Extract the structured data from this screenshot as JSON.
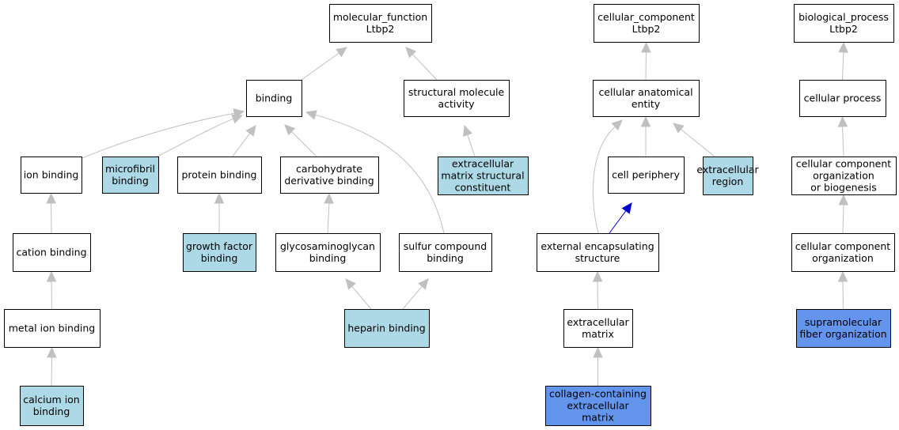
{
  "colors": {
    "default_fill": "#ffffff",
    "annotated_fill": "#add8e6",
    "highlight_fill": "#6495ed",
    "edge_gray": "#c0c0c0",
    "edge_blue": "#0000cd"
  },
  "nodes": [
    {
      "id": "molecular_function",
      "lines": [
        "molecular_function",
        "Ltbp2"
      ],
      "style": "default"
    },
    {
      "id": "binding",
      "lines": [
        "binding"
      ],
      "style": "default"
    },
    {
      "id": "structural_molecule_activity",
      "lines": [
        "structural molecule",
        "activity"
      ],
      "style": "default"
    },
    {
      "id": "ion_binding",
      "lines": [
        "ion binding"
      ],
      "style": "default"
    },
    {
      "id": "microfibril_binding",
      "lines": [
        "microfibril",
        "binding"
      ],
      "style": "annotated"
    },
    {
      "id": "protein_binding",
      "lines": [
        "protein binding"
      ],
      "style": "default"
    },
    {
      "id": "carbohydrate_derivative_binding",
      "lines": [
        "carbohydrate",
        "derivative binding"
      ],
      "style": "default"
    },
    {
      "id": "ecm_structural_constituent",
      "lines": [
        "extracellular",
        "matrix structural",
        "constituent"
      ],
      "style": "annotated"
    },
    {
      "id": "cation_binding",
      "lines": [
        "cation binding"
      ],
      "style": "default"
    },
    {
      "id": "growth_factor_binding",
      "lines": [
        "growth factor",
        "binding"
      ],
      "style": "annotated"
    },
    {
      "id": "glycosaminoglycan_binding",
      "lines": [
        "glycosaminoglycan",
        "binding"
      ],
      "style": "default"
    },
    {
      "id": "sulfur_compound_binding",
      "lines": [
        "sulfur compound",
        "binding"
      ],
      "style": "default"
    },
    {
      "id": "metal_ion_binding",
      "lines": [
        "metal ion binding"
      ],
      "style": "default"
    },
    {
      "id": "heparin_binding",
      "lines": [
        "heparin binding"
      ],
      "style": "annotated"
    },
    {
      "id": "calcium_ion_binding",
      "lines": [
        "calcium ion",
        "binding"
      ],
      "style": "annotated"
    },
    {
      "id": "cellular_component",
      "lines": [
        "cellular_component",
        "Ltbp2"
      ],
      "style": "default"
    },
    {
      "id": "cellular_anatomical_entity",
      "lines": [
        "cellular anatomical",
        "entity"
      ],
      "style": "default"
    },
    {
      "id": "cell_periphery",
      "lines": [
        "cell periphery"
      ],
      "style": "default"
    },
    {
      "id": "extracellular_region",
      "lines": [
        "extracellular",
        "region"
      ],
      "style": "annotated"
    },
    {
      "id": "external_encapsulating_structure",
      "lines": [
        "external encapsulating",
        "structure"
      ],
      "style": "default"
    },
    {
      "id": "extracellular_matrix",
      "lines": [
        "extracellular",
        "matrix"
      ],
      "style": "default"
    },
    {
      "id": "collagen_containing_ecm",
      "lines": [
        "collagen-containing",
        "extracellular",
        "matrix"
      ],
      "style": "highlight"
    },
    {
      "id": "biological_process",
      "lines": [
        "biological_process",
        "Ltbp2"
      ],
      "style": "default"
    },
    {
      "id": "cellular_process",
      "lines": [
        "cellular process"
      ],
      "style": "default"
    },
    {
      "id": "ccob",
      "lines": [
        "cellular component",
        "organization",
        "or biogenesis"
      ],
      "style": "default"
    },
    {
      "id": "cco",
      "lines": [
        "cellular component",
        "organization"
      ],
      "style": "default"
    },
    {
      "id": "supramolecular_fiber_organization",
      "lines": [
        "supramolecular",
        "fiber organization"
      ],
      "style": "highlight"
    }
  ],
  "edges": [
    {
      "from": "binding",
      "to": "molecular_function",
      "color": "gray"
    },
    {
      "from": "structural_molecule_activity",
      "to": "molecular_function",
      "color": "gray"
    },
    {
      "from": "ion_binding",
      "to": "binding",
      "color": "gray"
    },
    {
      "from": "microfibril_binding",
      "to": "binding",
      "color": "gray"
    },
    {
      "from": "protein_binding",
      "to": "binding",
      "color": "gray"
    },
    {
      "from": "carbohydrate_derivative_binding",
      "to": "binding",
      "color": "gray"
    },
    {
      "from": "sulfur_compound_binding",
      "to": "binding",
      "color": "gray"
    },
    {
      "from": "ecm_structural_constituent",
      "to": "structural_molecule_activity",
      "color": "gray"
    },
    {
      "from": "cation_binding",
      "to": "ion_binding",
      "color": "gray"
    },
    {
      "from": "metal_ion_binding",
      "to": "cation_binding",
      "color": "gray"
    },
    {
      "from": "calcium_ion_binding",
      "to": "metal_ion_binding",
      "color": "gray"
    },
    {
      "from": "growth_factor_binding",
      "to": "protein_binding",
      "color": "gray"
    },
    {
      "from": "glycosaminoglycan_binding",
      "to": "carbohydrate_derivative_binding",
      "color": "gray"
    },
    {
      "from": "heparin_binding",
      "to": "glycosaminoglycan_binding",
      "color": "gray"
    },
    {
      "from": "heparin_binding",
      "to": "sulfur_compound_binding",
      "color": "gray"
    },
    {
      "from": "cellular_anatomical_entity",
      "to": "cellular_component",
      "color": "gray"
    },
    {
      "from": "cell_periphery",
      "to": "cellular_anatomical_entity",
      "color": "gray"
    },
    {
      "from": "extracellular_region",
      "to": "cellular_anatomical_entity",
      "color": "gray"
    },
    {
      "from": "external_encapsulating_structure",
      "to": "cellular_anatomical_entity",
      "color": "gray"
    },
    {
      "from": "external_encapsulating_structure",
      "to": "cell_periphery",
      "color": "blue"
    },
    {
      "from": "extracellular_matrix",
      "to": "external_encapsulating_structure",
      "color": "gray"
    },
    {
      "from": "collagen_containing_ecm",
      "to": "extracellular_matrix",
      "color": "gray"
    },
    {
      "from": "cellular_process",
      "to": "biological_process",
      "color": "gray"
    },
    {
      "from": "ccob",
      "to": "cellular_process",
      "color": "gray"
    },
    {
      "from": "cco",
      "to": "ccob",
      "color": "gray"
    },
    {
      "from": "supramolecular_fiber_organization",
      "to": "cco",
      "color": "gray"
    }
  ]
}
